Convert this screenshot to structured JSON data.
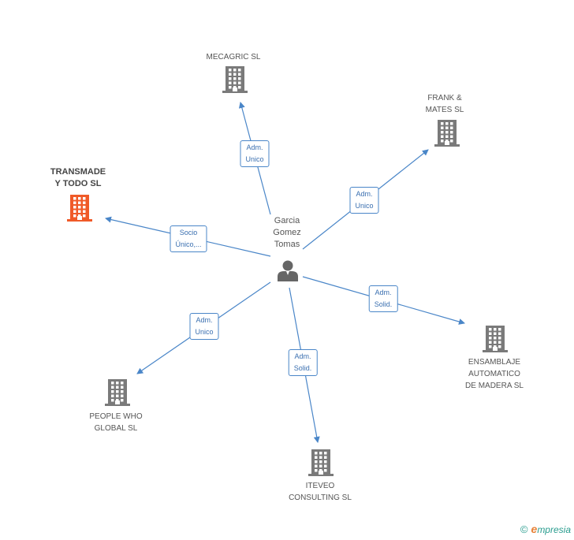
{
  "center": {
    "name_lines": [
      "Garcia",
      "Gomez",
      "Tomas"
    ],
    "icon": "person-icon"
  },
  "companies": [
    {
      "id": "mecagric",
      "label": "MECAGRIC SL",
      "icon": "building-icon",
      "highlight": false
    },
    {
      "id": "frank-mates",
      "label": "FRANK &\nMATES  SL",
      "icon": "building-icon",
      "highlight": false
    },
    {
      "id": "transmade",
      "label": "TRANSMADE\nY TODO SL",
      "icon": "building-icon",
      "highlight": true
    },
    {
      "id": "ensamblaje",
      "label": "ENSAMBLAJE\nAUTOMATICO\nDE MADERA  SL",
      "icon": "building-icon",
      "highlight": false
    },
    {
      "id": "people-who",
      "label": "PEOPLE WHO\nGLOBAL  SL",
      "icon": "building-icon",
      "highlight": false
    },
    {
      "id": "iteveo",
      "label": "ITEVEO\nCONSULTING SL",
      "icon": "building-icon",
      "highlight": false
    }
  ],
  "relations": [
    {
      "to": "mecagric",
      "line1": "Adm.",
      "line2": "Unico"
    },
    {
      "to": "frank-mates",
      "line1": "Adm.",
      "line2": "Unico"
    },
    {
      "to": "transmade",
      "line1": "Socio",
      "line2": "Único,..."
    },
    {
      "to": "ensamblaje",
      "line1": "Adm.",
      "line2": "Solid."
    },
    {
      "to": "people-who",
      "line1": "Adm.",
      "line2": "Unico"
    },
    {
      "to": "iteveo",
      "line1": "Adm.",
      "line2": "Solid."
    }
  ],
  "colors": {
    "line": "#4a86c8",
    "building": "#7a7a7a",
    "building_highlight": "#f05a28",
    "person": "#666666"
  },
  "footer": {
    "copyright_symbol": "©",
    "brand_initial": "e",
    "brand_rest": "mpresia"
  }
}
